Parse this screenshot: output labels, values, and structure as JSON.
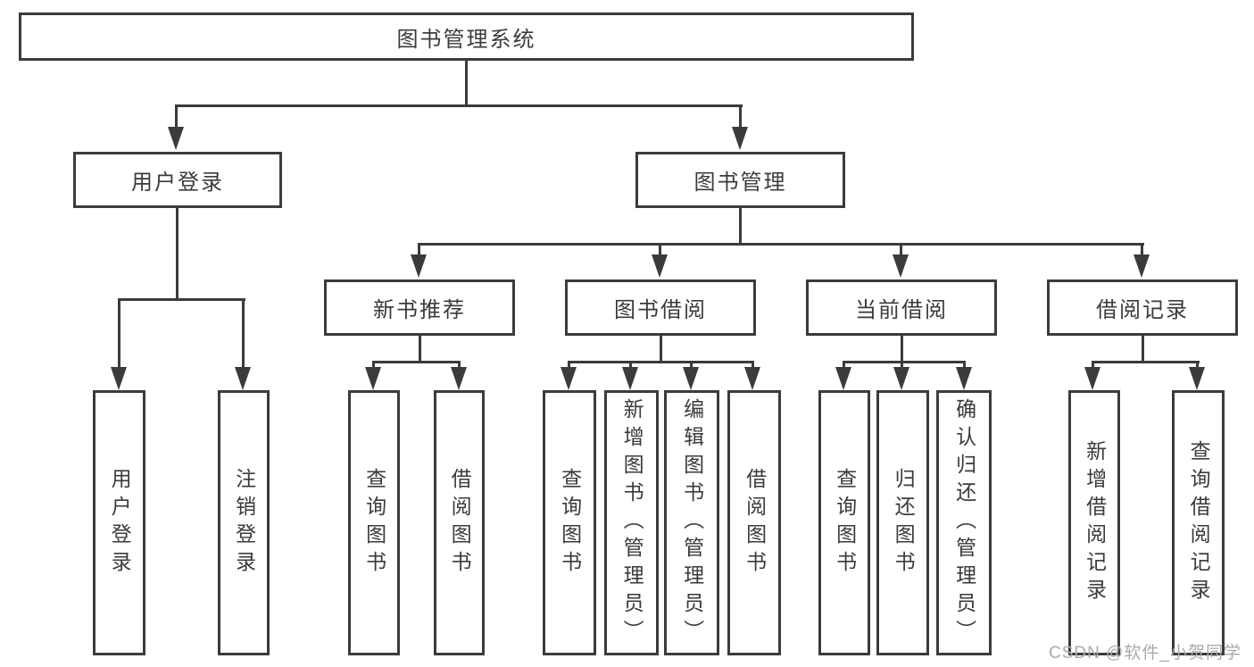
{
  "colors": {
    "line": "#3b3b3b",
    "text": "#3b3b3b",
    "background": "#ffffff",
    "watermark": "#a6abb0"
  },
  "watermark": "CSDN @软件_小贺同学",
  "tree": {
    "root": "图书管理系统",
    "user": {
      "label": "用户登录",
      "children": [
        "用户登录",
        "注销登录"
      ]
    },
    "mgmt": {
      "label": "图书管理",
      "groups": [
        {
          "label": "新书推荐",
          "children": [
            "查询图书",
            "借阅图书"
          ]
        },
        {
          "label": "图书借阅",
          "children": [
            "查询图书",
            "新增图书（管理员）",
            "编辑图书（管理员）",
            "借阅图书"
          ]
        },
        {
          "label": "当前借阅",
          "children": [
            "查询图书",
            "归还图书",
            "确认归还（管理员）"
          ]
        },
        {
          "label": "借阅记录",
          "children": [
            "新增借阅记录",
            "查询借阅记录"
          ]
        }
      ]
    }
  }
}
